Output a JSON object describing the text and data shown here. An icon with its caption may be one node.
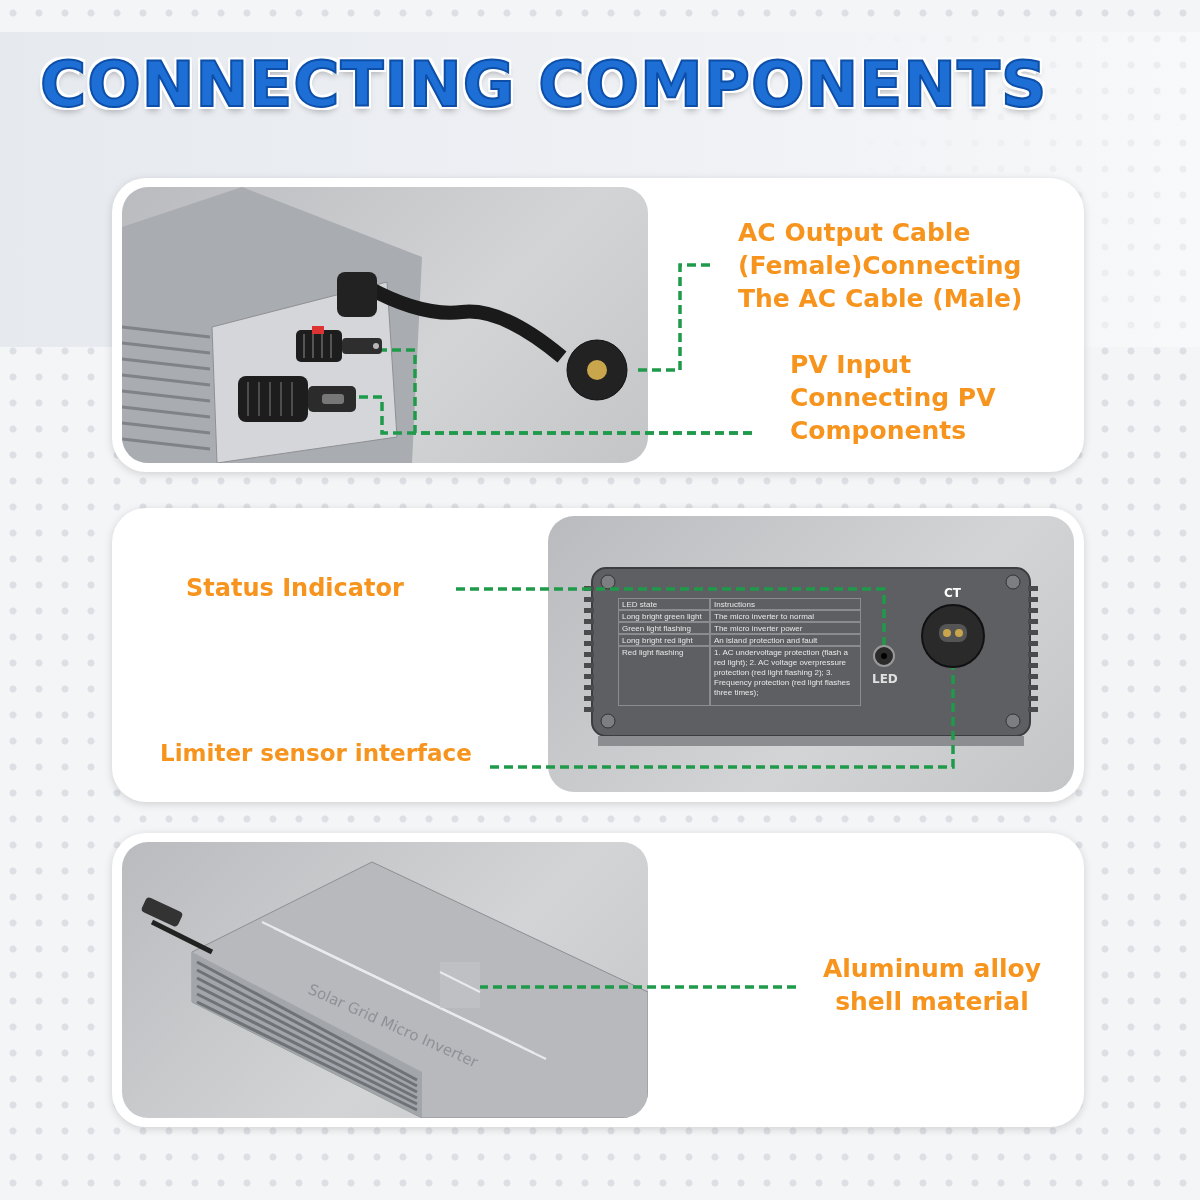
{
  "diagram": {
    "title": "CONNECTING COMPONENTS",
    "nodes": [
      {
        "text": [],
        "shape": "box"
      },
      {
        "text": [],
        "shape": "picture",
        "in": 0
      },
      {
        "text": [],
        "shape": "picture",
        "in": 1
      },
      {
        "text": [],
        "shape": "picture",
        "in": 1
      },
      {
        "text": [],
        "shape": "picture",
        "in": 1
      },
      {
        "text": [
          "AC Output Cable (Female)Connecting The AC Cable (Male)"
        ],
        "in": 0
      },
      {
        "text": [
          "PV Input Connecting PV Components"
        ],
        "in": 0
      },
      {
        "text": [],
        "shape": "box"
      },
      {
        "text": [],
        "shape": "picture",
        "in": 7
      },
      {
        "text": [],
        "shape": "picture",
        "in": 8,
        "beside": [
          "LED"
        ]
      },
      {
        "text": [],
        "shape": "picture",
        "in": 8,
        "beside": [
          "CT"
        ]
      },
      {
        "text": [
          "Status Indicator"
        ],
        "in": 7
      },
      {
        "text": [
          "Limiter sensor interface"
        ],
        "in": 7
      },
      {
        "text": [],
        "shape": "box"
      },
      {
        "text": [],
        "shape": "picture",
        "in": 13
      },
      {
        "text": [],
        "shape": "picture",
        "in": 14
      },
      {
        "text": [
          "Aluminum alloy shell material"
        ],
        "in": 13
      }
    ],
    "edges": [
      {
        "from": 5,
        "to": 2,
        "arrow": "none",
        "style": "dashed"
      },
      {
        "from": 6,
        "to": 3,
        "arrow": "none",
        "style": "dashed"
      },
      {
        "from": 6,
        "to": 4,
        "arrow": "none",
        "style": "dashed"
      },
      {
        "from": 11,
        "to": 9,
        "arrow": "none",
        "style": "dashed"
      },
      {
        "from": 12,
        "to": 10,
        "arrow": "none",
        "style": "dashed"
      },
      {
        "from": 16,
        "to": 15,
        "arrow": "none",
        "style": "dashed"
      }
    ],
    "labels": [
      "LED state",
      "Instructions",
      "Long bright green light",
      "The micro inverter to normal",
      "Green light flashing",
      "The micro inverter power",
      "Long bright red light",
      "An island protection and fault",
      "Red light flashing",
      "1. AC undervoltage protection (flash a red light); 2. AC voltage overpressure protection (red light flashing 2); 3. Frequency protection (red light flashes three times);",
      "Solar Grid Micro Inverter"
    ]
  }
}
